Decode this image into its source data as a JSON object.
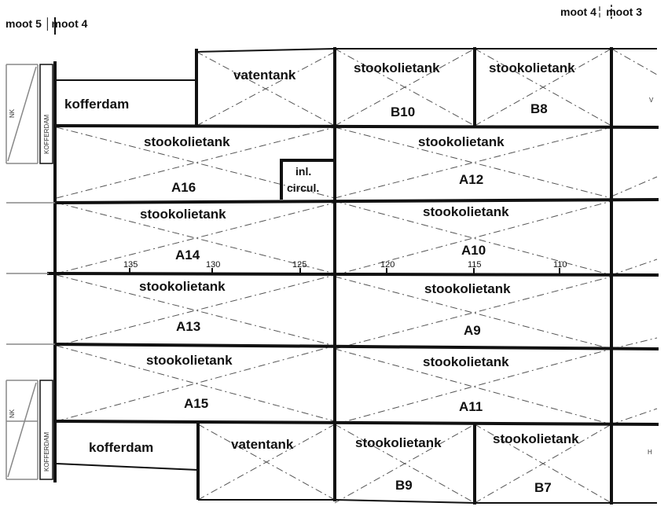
{
  "header": {
    "left_label": "moot 5 │moot 4",
    "right_label": "moot 4╎ moot 3"
  },
  "tanks": {
    "top_kofferdam": "kofferdam",
    "top_vatentank": "vatentank",
    "b10": {
      "type": "stookolietank",
      "id": "B10"
    },
    "b8": {
      "type": "stookolietank",
      "id": "B8"
    },
    "a16": {
      "type": "stookolietank",
      "id": "A16"
    },
    "a12": {
      "type": "stookolietank",
      "id": "A12"
    },
    "inl_circ_line1": "inl.",
    "inl_circ_line2": "circul.",
    "a14": {
      "type": "stookolietank",
      "id": "A14"
    },
    "a10": {
      "type": "stookolietank",
      "id": "A10"
    },
    "a13": {
      "type": "stookolietank",
      "id": "A13"
    },
    "a9": {
      "type": "stookolietank",
      "id": "A9"
    },
    "a15": {
      "type": "stookolietank",
      "id": "A15"
    },
    "a11": {
      "type": "stookolietank",
      "id": "A11"
    },
    "bottom_kofferdam": "kofferdam",
    "bottom_vatentank": "vatentank",
    "b9": {
      "type": "stookolietank",
      "id": "B9"
    },
    "b7": {
      "type": "stookolietank",
      "id": "B7"
    }
  },
  "frames": [
    "135",
    "130",
    "125",
    "120",
    "115",
    "110"
  ],
  "side": {
    "upper_vertical": "KOFFERDAM",
    "lower_vertical": "KOFFERDAM",
    "left_upper_mark": "NK",
    "left_lower_mark": "NK",
    "right_upper_mark": "V",
    "right_lower_mark": "H"
  }
}
